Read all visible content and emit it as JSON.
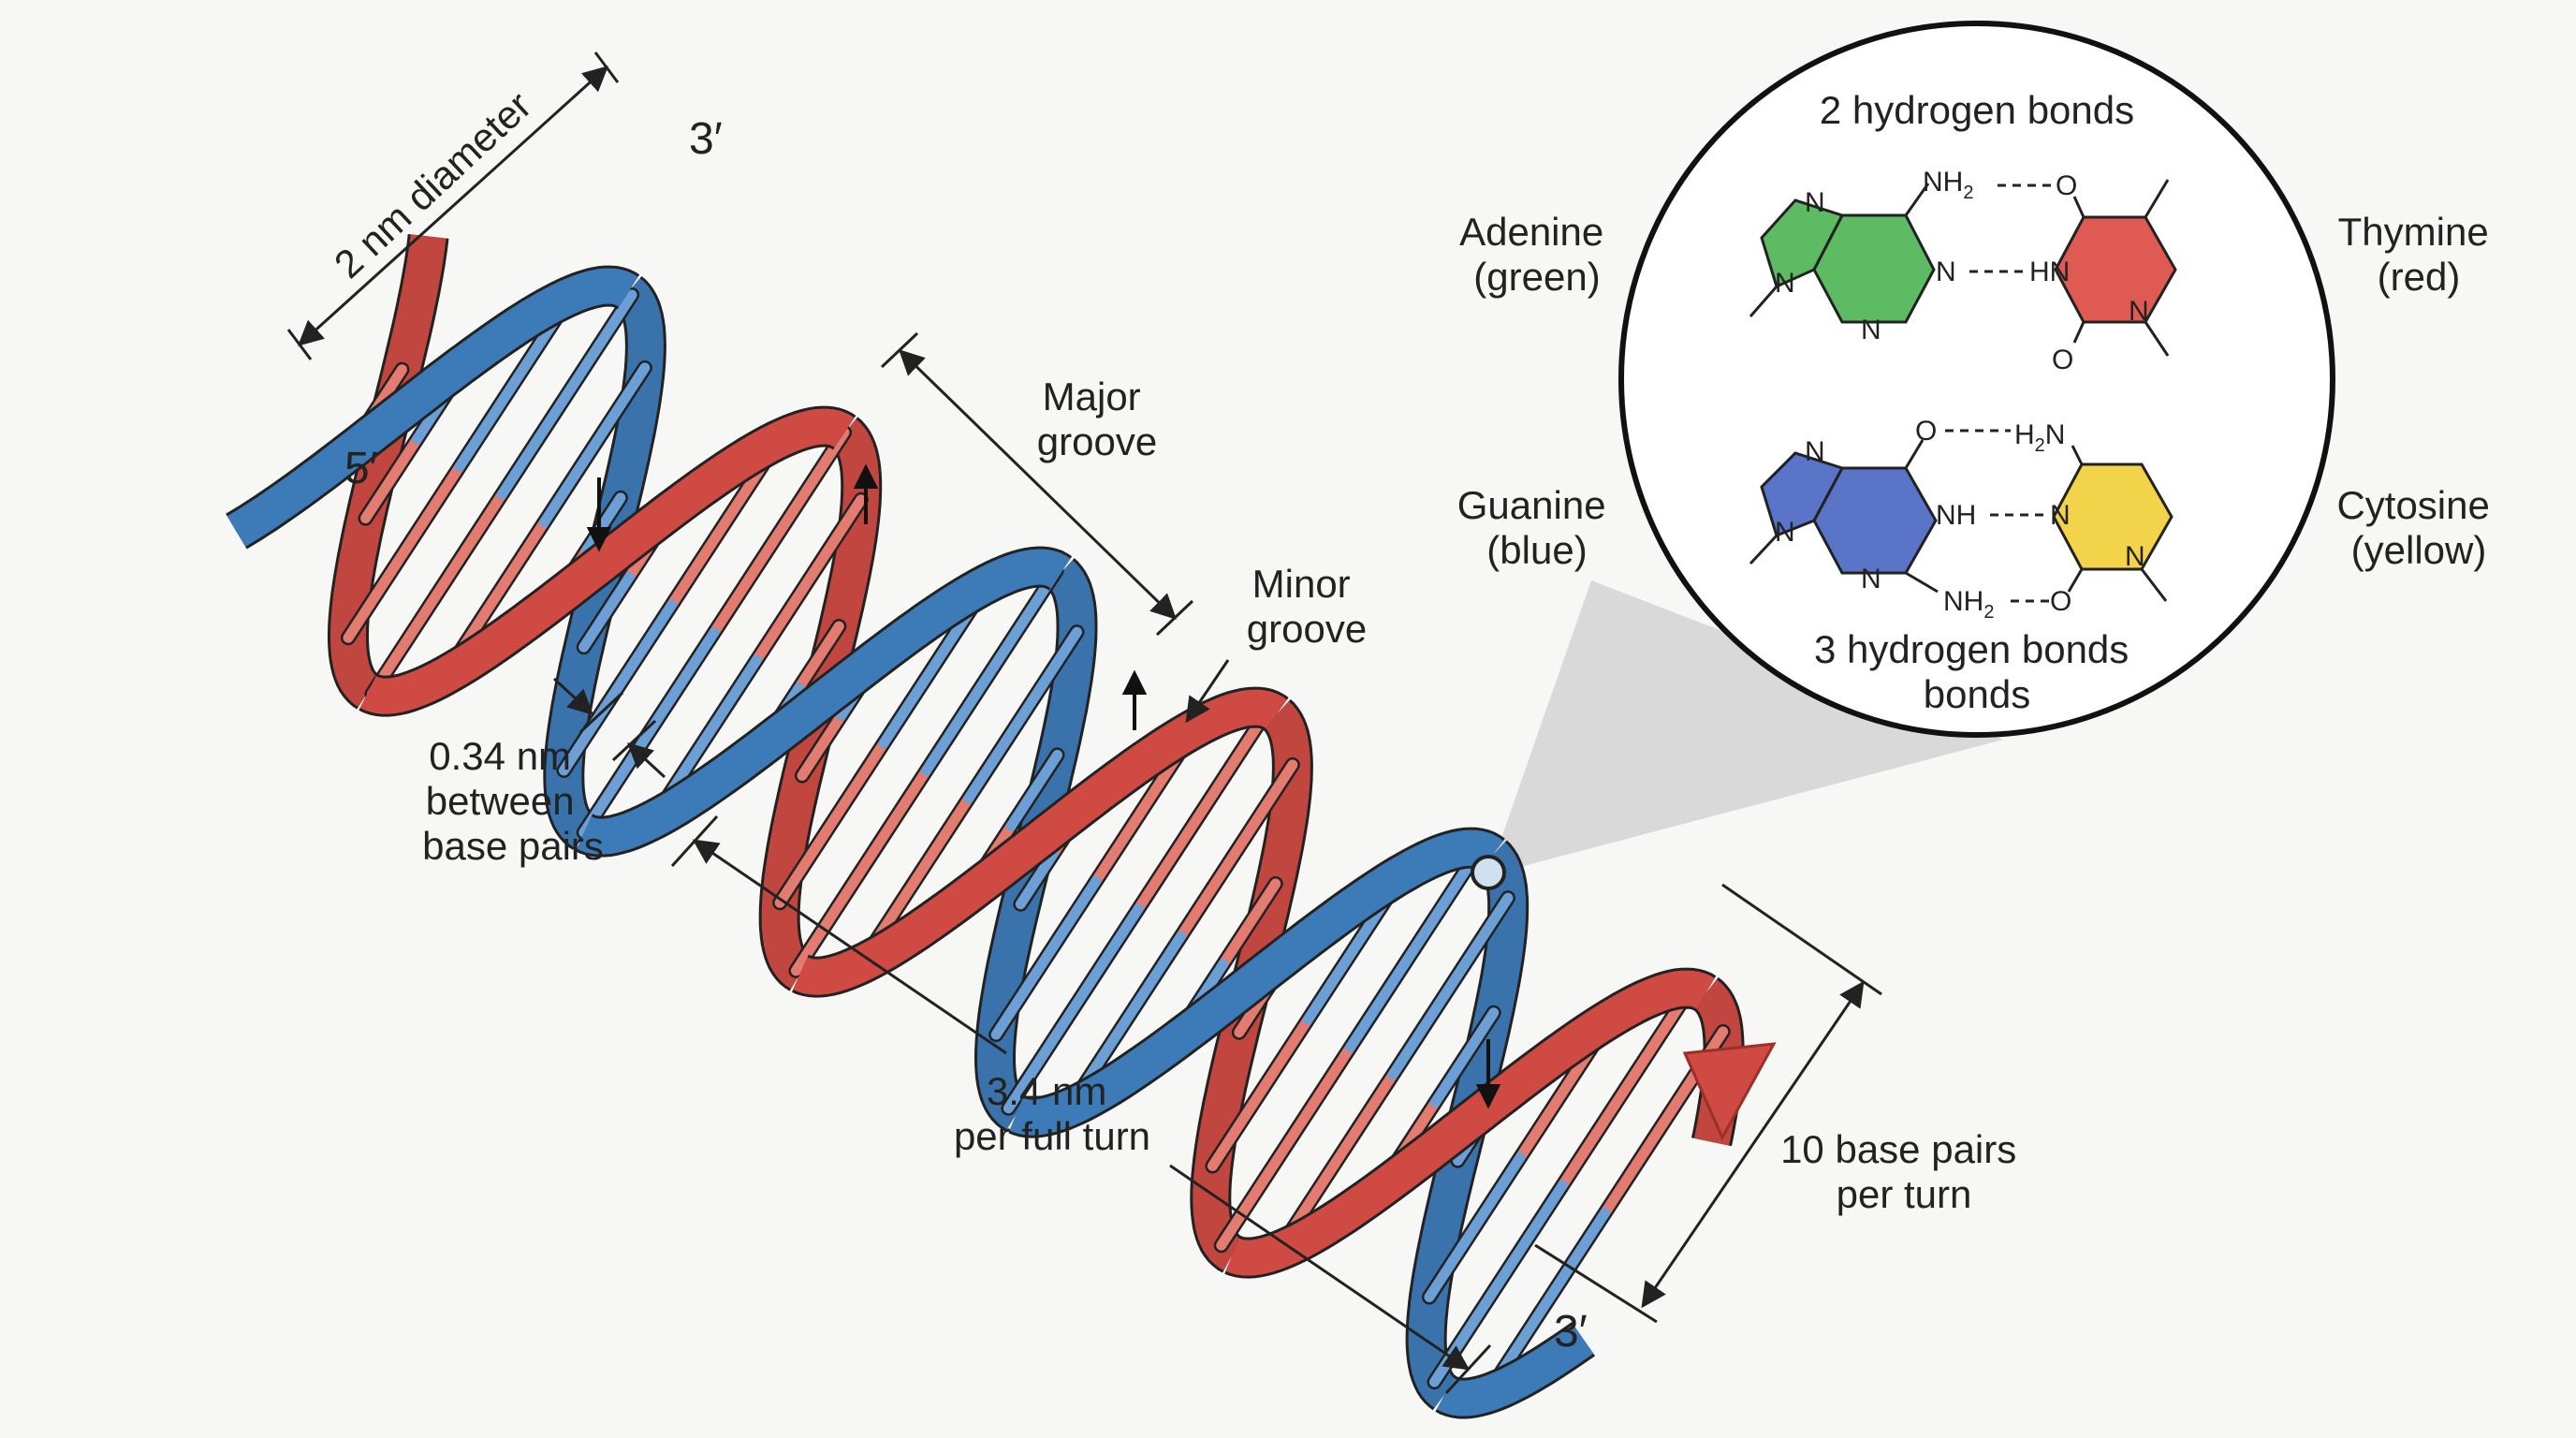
{
  "colors": {
    "strand_red": "#cf4a42",
    "strand_blue": "#3d7bb8",
    "rung_red": "#e37b71",
    "rung_blue": "#6c9fd6",
    "adenine": "#5dbb63",
    "thymine": "#de5a52",
    "guanine": "#5a74c8",
    "cytosine": "#f2d34a",
    "callout_cone": "#d3d3d3"
  },
  "labels": {
    "diameter": "2 nm diameter",
    "end_top_left": "5′",
    "end_top_right": "3′",
    "end_bottom": "3′",
    "major_groove": [
      "Major",
      "groove"
    ],
    "minor_groove": [
      "Minor",
      "groove"
    ],
    "base_pair_spacing": [
      "0.34 nm",
      "between",
      "base pairs"
    ],
    "turn_length": [
      "3.4 nm",
      "per full turn"
    ],
    "pairs_per_turn": [
      "10 base pairs",
      "per turn"
    ]
  },
  "inset": {
    "top_title": "2 hydrogen bonds",
    "bottom_title": [
      "3 hydrogen bonds",
      "bonds"
    ],
    "bases": {
      "adenine": [
        "Adenine",
        "(green)"
      ],
      "thymine": [
        "Thymine",
        "(red)"
      ],
      "guanine": [
        "Guanine",
        "(blue)"
      ],
      "cytosine": [
        "Cytosine",
        "(yellow)"
      ]
    },
    "atoms": {
      "N": "N",
      "NH": "NH",
      "HN": "HN",
      "O": "O",
      "NH2_base": "NH",
      "NH2_sub": "2",
      "H2N_pre": "H",
      "H2N_sub": "2",
      "H2N_post": "N"
    }
  }
}
